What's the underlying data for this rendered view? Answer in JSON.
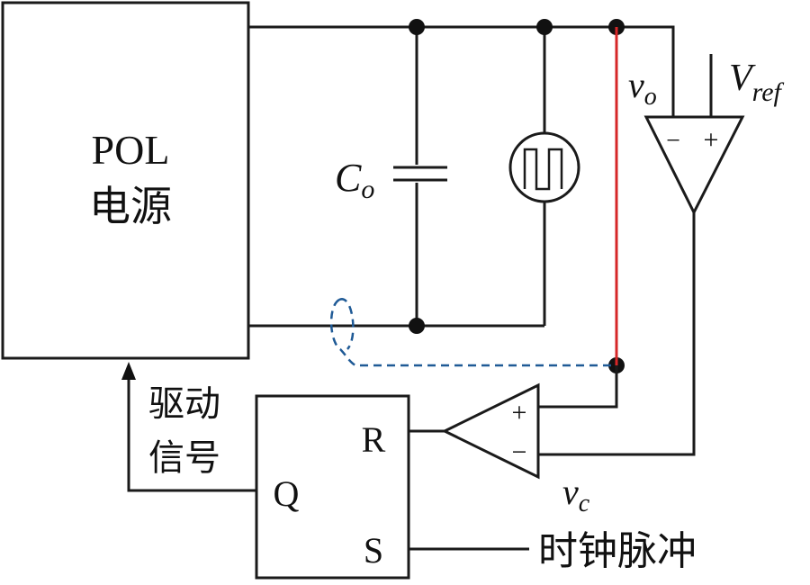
{
  "colors": {
    "wire": "#1a1a1a",
    "current_sense_line": "#d62728",
    "ground_loop_dashed": "#1f5a96"
  },
  "pol": {
    "line1": "POL",
    "line2": "电源"
  },
  "capacitor": {
    "base": "C",
    "sub": "o"
  },
  "load": {
    "icon": "square-wave-current-source"
  },
  "error_amp": {
    "minus": "−",
    "plus": "+",
    "in_minus_label": "v",
    "in_minus_sub": "o",
    "ref_base": "V",
    "ref_sub": "ref"
  },
  "comparator": {
    "plus": "+",
    "minus": "−",
    "out_label": "v",
    "out_sub": "c"
  },
  "latch": {
    "R": "R",
    "Q": "Q",
    "S": "S"
  },
  "drive_signal": {
    "line1": "驱动",
    "line2": "信号"
  },
  "clock": {
    "label": "时钟脉冲"
  }
}
